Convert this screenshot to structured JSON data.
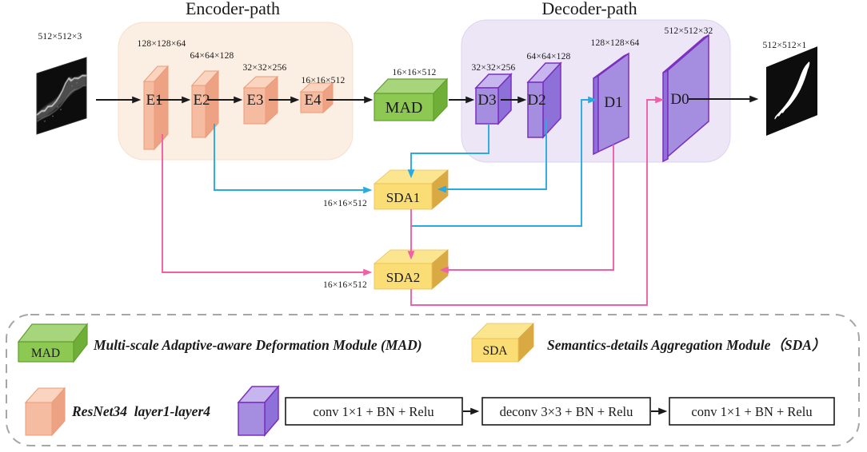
{
  "titles": {
    "encoder": "Encoder-path",
    "decoder": "Decoder-path"
  },
  "io": {
    "input": {
      "dim": "512×512×3"
    },
    "output": {
      "dim": "512×512×1"
    }
  },
  "encoder": {
    "blocks": [
      {
        "label": "E1",
        "dim": "128×128×64"
      },
      {
        "label": "E2",
        "dim": "64×64×128"
      },
      {
        "label": "E3",
        "dim": "32×32×256"
      },
      {
        "label": "E4",
        "dim": "16×16×512"
      }
    ]
  },
  "mad": {
    "label": "MAD",
    "dim": "16×16×512"
  },
  "decoder": {
    "blocks": [
      {
        "label": "D3",
        "dim": "32×32×256"
      },
      {
        "label": "D2",
        "dim": "64×64×128"
      },
      {
        "label": "D1",
        "dim": "128×128×64"
      },
      {
        "label": "D0",
        "dim": "512×512×32"
      }
    ]
  },
  "sda": {
    "modules": [
      {
        "label": "SDA1",
        "dim": "16×16×512"
      },
      {
        "label": "SDA2",
        "dim": "16×16×512"
      }
    ]
  },
  "legend": {
    "mad": {
      "cube_label": "MAD",
      "description": "Multi-scale Adaptive-aware Deformation Module (MAD)"
    },
    "sda": {
      "cube_label": "SDA",
      "description": "Semantics-details Aggregation Module（SDA）"
    },
    "resnet": {
      "description": "ResNet34  layer1-layer4"
    },
    "pipeline": {
      "steps": [
        "conv 1×1 + BN + Relu",
        "deconv 3×3 + BN + Relu",
        "conv 1×1 + BN + Relu"
      ]
    }
  },
  "connections": {
    "main_flow": [
      "input→E1",
      "E1→E2",
      "E2→E3",
      "E3→E4",
      "E4→MAD",
      "MAD→D3",
      "D3→D2",
      "D0→output"
    ],
    "blue_links": [
      "E2→SDA1",
      "D3→SDA1",
      "D2→SDA1",
      "SDA1→D1"
    ],
    "pink_links": [
      "E1→SDA2",
      "SDA1→SDA2",
      "D1→SDA2",
      "SDA2→D0"
    ]
  },
  "colors": {
    "encoder_panel": "#FBEEE2",
    "decoder_panel": "#ECE6F6",
    "encoder_block": "#F5BCA2",
    "mad_block": "#8CC852",
    "decoder_block": "#A58EE0",
    "decoder_outline": "#7B2FBF",
    "sda_block": "#FADD75",
    "blue_line": "#29ABE2",
    "pink_line": "#F15FA6",
    "black_line": "#1a1a1a",
    "legend_border": "#A6A6A6"
  }
}
